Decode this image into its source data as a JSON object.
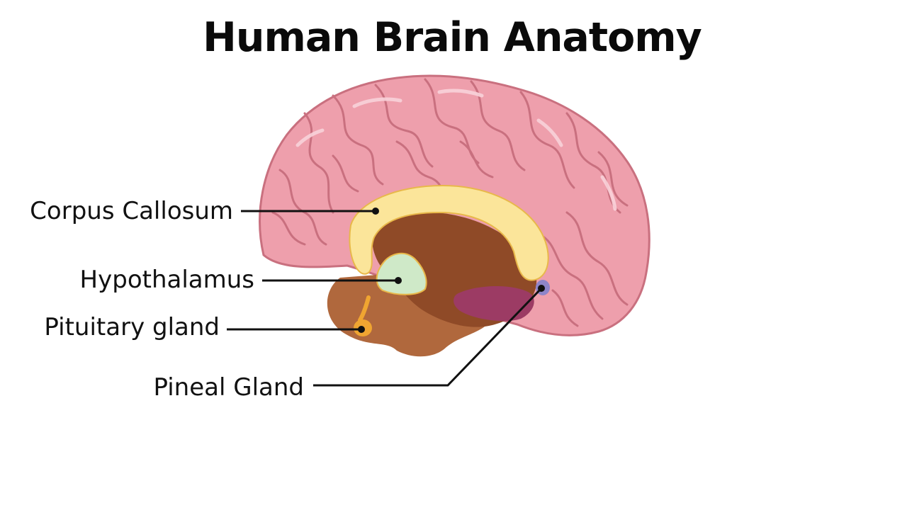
{
  "title": "Human Brain Anatomy",
  "labels": {
    "corpus_callosum": "Corpus Callosum",
    "hypothalamus": "Hypothalamus",
    "pituitary_gland": "Pituitary gland",
    "pineal_gland": "Pineal Gland"
  },
  "colors": {
    "cerebrum": "#ee9fac",
    "cerebrum_outline": "#c9707f",
    "corpus_callosum": "#fbe59a",
    "hypothalamus": "#cfe9c8",
    "pituitary": "#f0a531",
    "thalamus": "#8f4a27",
    "brainstem": "#b0683d",
    "pineal": "#8e85c9",
    "cerebellum_tissue": "#9c3b64"
  }
}
